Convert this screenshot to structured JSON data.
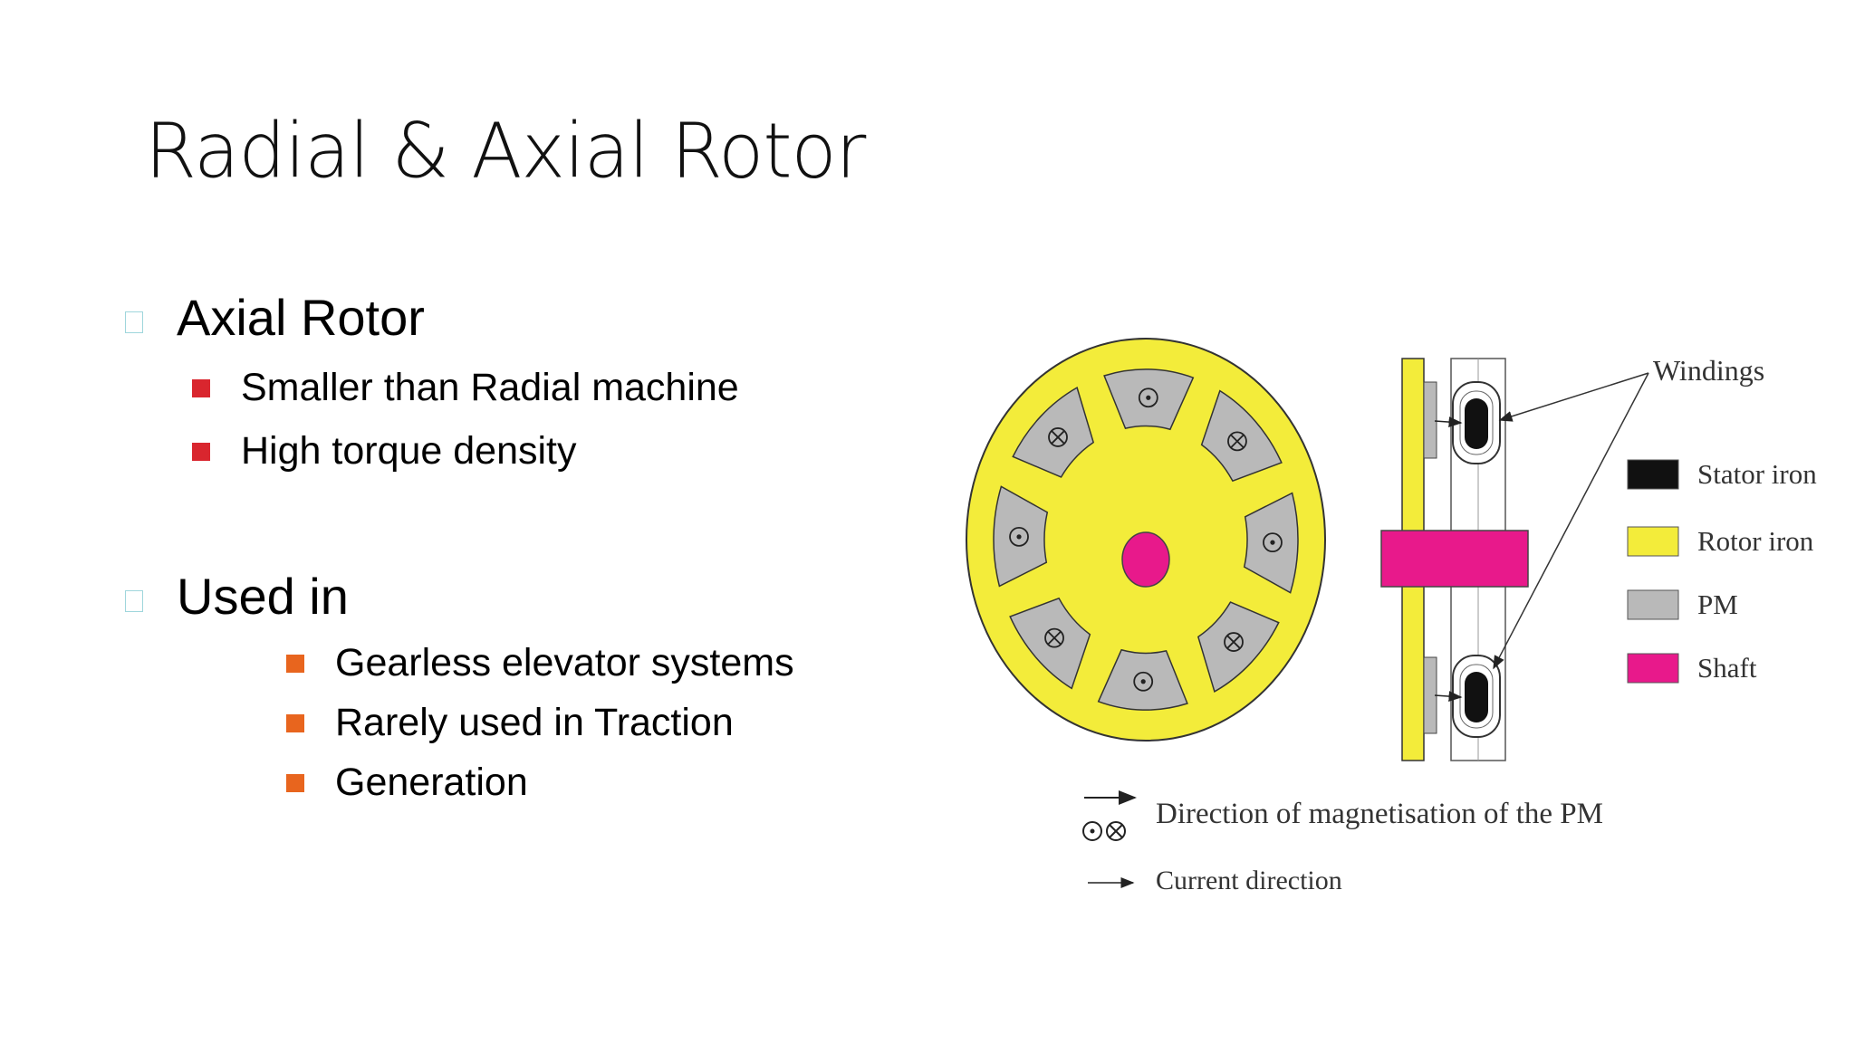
{
  "slide": {
    "title": "Radial & Axial Rotor",
    "sections": [
      {
        "heading": "Axial Rotor",
        "items": [
          "Smaller than Radial machine",
          "High torque density"
        ],
        "marker_color": "#d9262e"
      },
      {
        "heading": "Used in",
        "items": [
          "Gearless elevator systems",
          "Rarely used in Traction",
          "Generation"
        ],
        "marker_color": "#e8651e"
      }
    ]
  },
  "diagram": {
    "callout": "Windings",
    "legend": [
      {
        "label": "Stator iron",
        "color": "#111111"
      },
      {
        "label": "Rotor iron",
        "color": "#f3ec3a"
      },
      {
        "label": "PM",
        "color": "#b9b9b9"
      },
      {
        "label": "Shaft",
        "color": "#e8198b"
      }
    ],
    "key": {
      "magnetisation": "Direction of magnetisation of the PM",
      "current": "Current direction"
    }
  }
}
